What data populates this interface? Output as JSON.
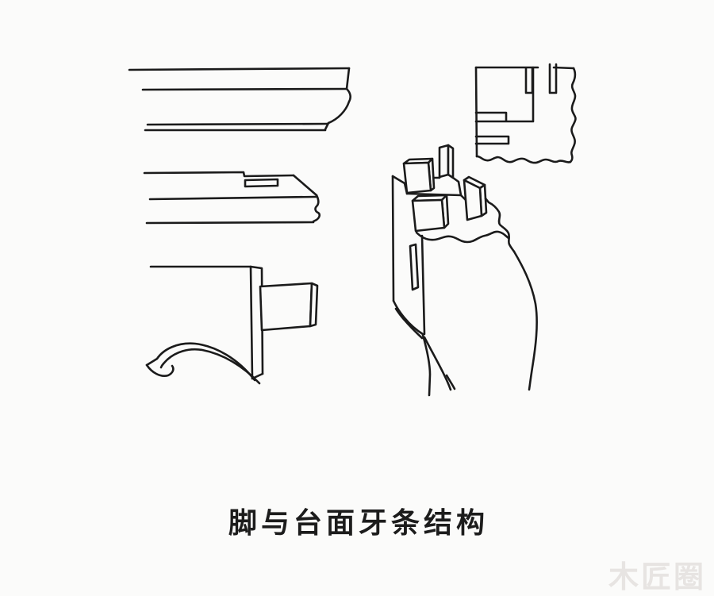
{
  "figure": {
    "caption": "脚与台面牙条结构",
    "watermark": "木匠圈",
    "colors": {
      "background": "#fbfbfa",
      "line": "#1b1b1b",
      "caption_ink": "#1c1c1c",
      "watermark_gray": "#e7e4e2"
    },
    "parts": {
      "tabletop_profile": "tabletop-edge-profile",
      "apron_rail": "apron-rail-with-mortise",
      "curved_apron": "curved-apron-with-tenon",
      "leg": "leg-top-with-tenons",
      "corner": "tabletop-corner-underside-mortises"
    }
  }
}
